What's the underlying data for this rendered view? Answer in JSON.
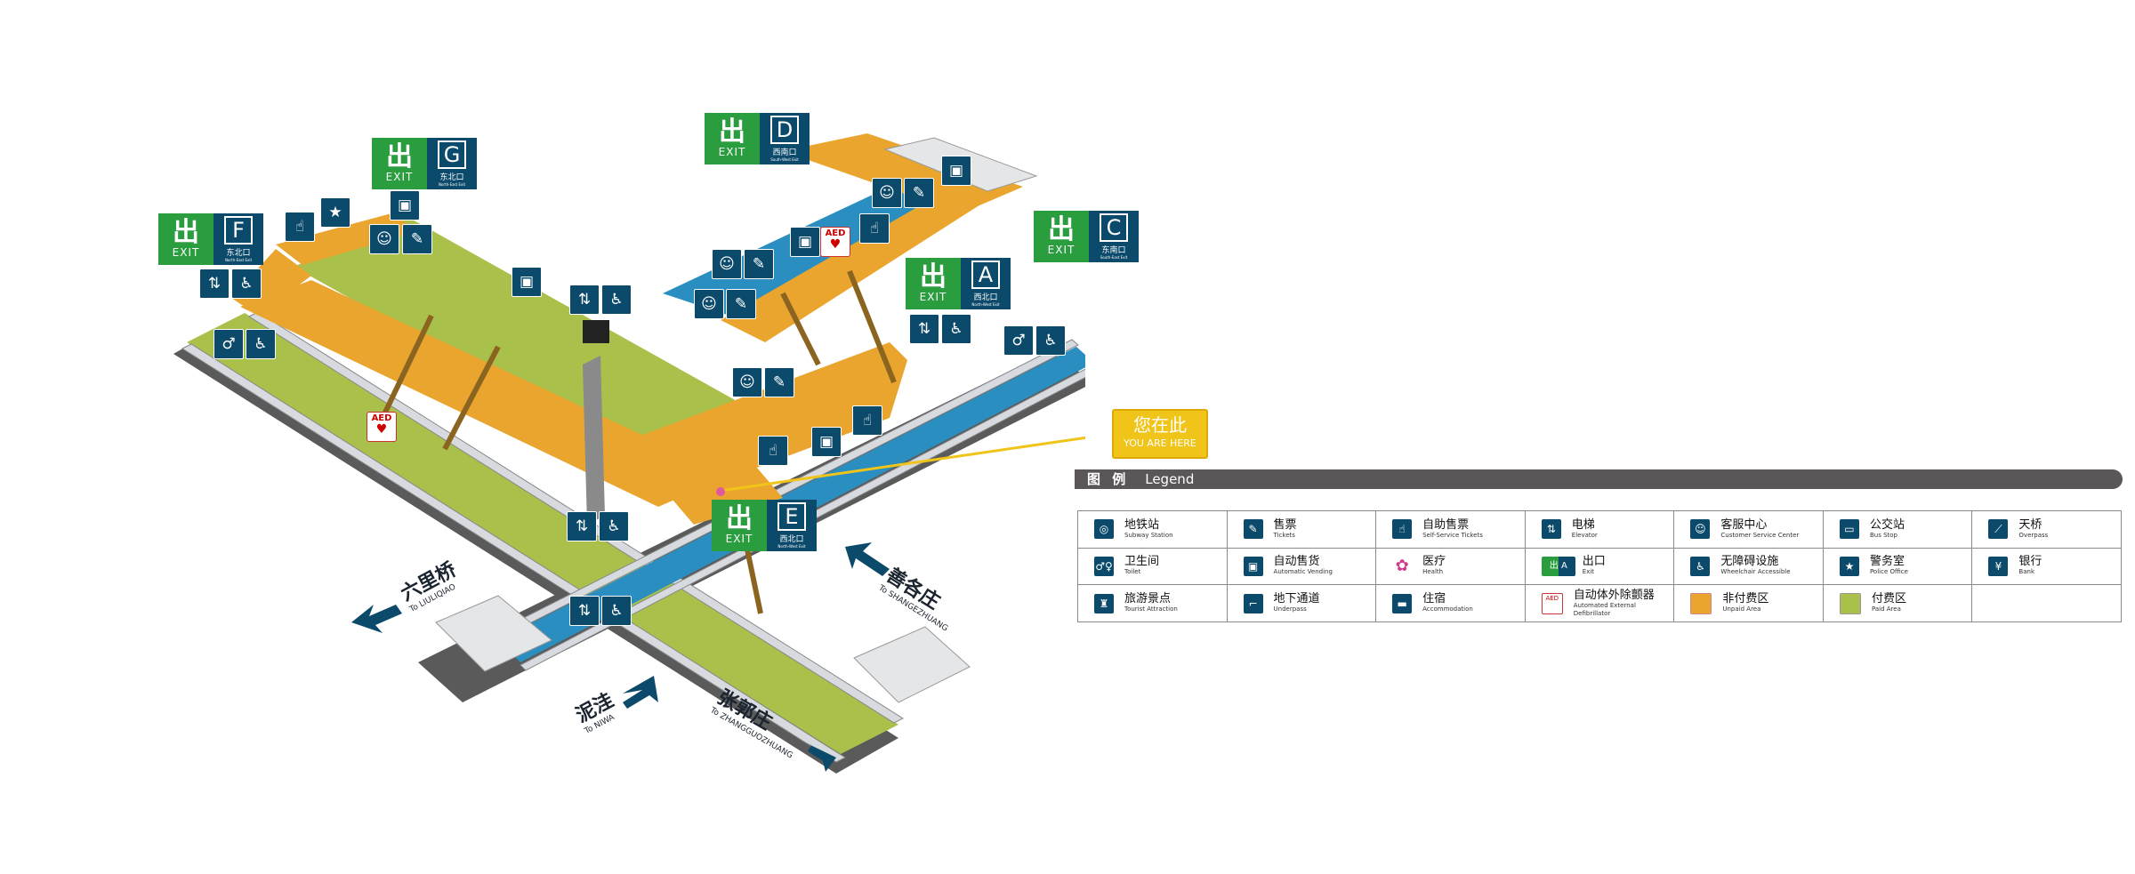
{
  "exits": [
    {
      "id": "exit-g",
      "letter": "G",
      "label": "EXIT",
      "zh": "东北口",
      "en": "North-East Exit"
    },
    {
      "id": "exit-f",
      "letter": "F",
      "label": "EXIT",
      "zh": "东北口",
      "en": "North-East Exit"
    },
    {
      "id": "exit-d",
      "letter": "D",
      "label": "EXIT",
      "zh": "西南口",
      "en": "South-West Exit"
    },
    {
      "id": "exit-c",
      "letter": "C",
      "label": "EXIT",
      "zh": "东南口",
      "en": "South-East Exit"
    },
    {
      "id": "exit-a",
      "letter": "A",
      "label": "EXIT",
      "zh": "西北口",
      "en": "North-West Exit"
    },
    {
      "id": "exit-e",
      "letter": "E",
      "label": "EXIT",
      "zh": "西北口",
      "en": "North-West Exit"
    }
  ],
  "exit_glyph": "出",
  "aed_label": "AED",
  "you_are_here": {
    "zh": "您在此",
    "en": "YOU ARE HERE"
  },
  "directions": {
    "liulihe": {
      "zh": "六里桥",
      "en": "To LIULIQIAO"
    },
    "shangezhuang": {
      "zh": "善各庄",
      "en": "To SHANGEZHUANG"
    },
    "niwa": {
      "zh": "泥洼",
      "en": "To NIWA"
    },
    "zhangguozhuang": {
      "zh": "张郭庄",
      "en": "To ZHANGGUOZHUANG"
    }
  },
  "legend": {
    "title_zh": "图 例",
    "title_en": "Legend",
    "rows": [
      [
        {
          "icon": "subway-icon",
          "glyph": "◎",
          "zh": "地铁站",
          "en": "Subway Station"
        },
        {
          "icon": "tickets-icon",
          "glyph": "✎",
          "zh": "售票",
          "en": "Tickets"
        },
        {
          "icon": "self-service-icon",
          "glyph": "☝",
          "zh": "自助售票",
          "en": "Self-Service Tickets"
        },
        {
          "icon": "elevator-icon",
          "glyph": "⇅",
          "zh": "电梯",
          "en": "Elevator"
        },
        {
          "icon": "service-center-icon",
          "glyph": "☺",
          "zh": "客服中心",
          "en": "Customer Service Center"
        },
        {
          "icon": "bus-icon",
          "glyph": "▭",
          "zh": "公交站",
          "en": "Bus Stop"
        },
        {
          "icon": "overpass-icon",
          "glyph": "⟋",
          "zh": "天桥",
          "en": "Overpass"
        }
      ],
      [
        {
          "icon": "toilet-icon",
          "glyph": "♂♀",
          "zh": "卫生间",
          "en": "Toilet"
        },
        {
          "icon": "vending-icon",
          "glyph": "▣",
          "zh": "自动售货",
          "en": "Automatic Vending"
        },
        {
          "icon": "health-icon",
          "glyph": "✿",
          "zh": "医疗",
          "en": "Health"
        },
        {
          "icon": "exit-icon",
          "glyph": "出 A",
          "zh": "出口",
          "en": "Exit"
        },
        {
          "icon": "wheelchair-icon",
          "glyph": "♿",
          "zh": "无障碍设施",
          "en": "Wheelchair Accessible"
        },
        {
          "icon": "police-icon",
          "glyph": "★",
          "zh": "警务室",
          "en": "Police Office"
        },
        {
          "icon": "bank-icon",
          "glyph": "¥",
          "zh": "银行",
          "en": "Bank"
        }
      ],
      [
        {
          "icon": "tourist-icon",
          "glyph": "♜",
          "zh": "旅游景点",
          "en": "Tourist Attraction"
        },
        {
          "icon": "underpass-icon",
          "glyph": "⌐",
          "zh": "地下通道",
          "en": "Underpass"
        },
        {
          "icon": "accommodation-icon",
          "glyph": "▬",
          "zh": "住宿",
          "en": "Accommodation"
        },
        {
          "icon": "aed-icon",
          "glyph": "AED",
          "zh": "自动体外除颤器",
          "en": "Automated External Defibrillator"
        },
        {
          "icon": "unpaid-swatch",
          "glyph": "",
          "zh": "非付费区",
          "en": "Unpaid Area"
        },
        {
          "icon": "paid-swatch",
          "glyph": "",
          "zh": "付费区",
          "en": "Paid Area"
        },
        {
          "icon": "empty",
          "glyph": "",
          "zh": "",
          "en": ""
        }
      ]
    ]
  },
  "colors": {
    "unpaid": "#e9a52e",
    "paid": "#a9c04a",
    "platform": "#2a8fc0",
    "exit_green": "#2a9d3f",
    "sign_blue": "#0b4a6b",
    "here": "#f0c419"
  }
}
